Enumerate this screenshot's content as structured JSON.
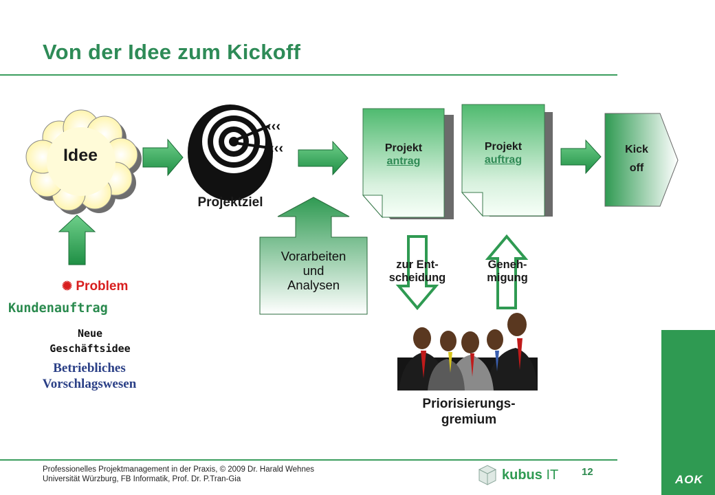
{
  "title": "Von der Idee zum Kickoff",
  "idea": "Idee",
  "goal": "Projektziel",
  "prep": [
    "Vorarbeiten",
    "und",
    "Analysen"
  ],
  "application": {
    "line1": "Projekt",
    "line2": "antrag"
  },
  "order": {
    "line1": "Projekt",
    "line2": "auftrag"
  },
  "kickoff": {
    "line1": "Kick",
    "line2": "off"
  },
  "decision": {
    "line1": "zur Ent-",
    "line2": "scheidung"
  },
  "approval": {
    "line1": "Geneh-",
    "line2": "migung"
  },
  "board": {
    "line1": "Priorisierungs-",
    "line2": "gremium"
  },
  "sources": {
    "problem": "Problem",
    "customer_order": "Kundenauftrag",
    "new_idea": [
      "Neue",
      "Geschäftsidee"
    ],
    "suggestions": [
      "Betriebliches",
      "Vorschlagswesen"
    ]
  },
  "footer": {
    "line1": "Professionelles Projektmanagement in der Praxis, © 2009  Dr. Harald Wehnes",
    "line2": "Universität Würzburg, FB Informatik, Prof. Dr. P.Tran-Gia"
  },
  "page_number": "12",
  "logo": {
    "kubus": "kubus",
    "it": "IT",
    "aok": "AOK"
  },
  "colors": {
    "accent": "#2f9a52",
    "title": "#2e8b57",
    "problem": "#d81e1e",
    "serif_blue": "#2a3f86"
  }
}
